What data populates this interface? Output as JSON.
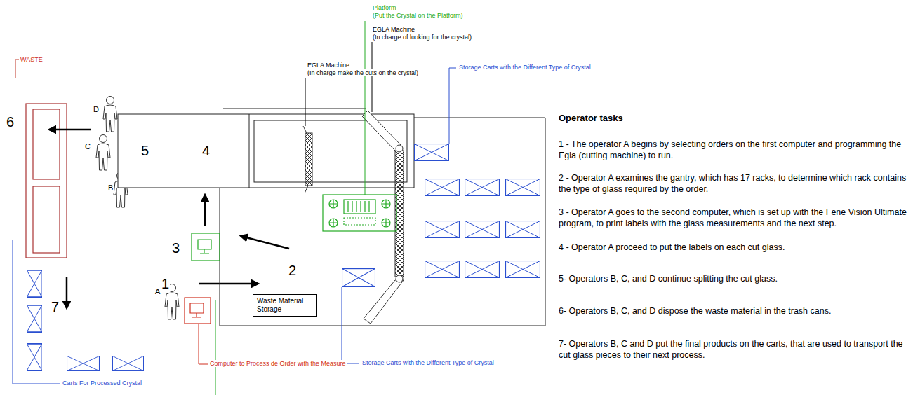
{
  "diagram": {
    "nodes": [
      {
        "text": [
          "Waste Material Storage"
        ]
      }
    ],
    "labels": [
      "WASTE",
      "6",
      "D",
      "C",
      "B",
      "5",
      "4",
      "3",
      "2",
      "1",
      "A",
      "7",
      "Platform",
      "(Put the Crystal on the Platform)",
      "EGLA Machine",
      "(In charge of looking for the crystal)",
      "EGLA Machine",
      "(In charge make the cuts on the crystal)",
      "Storage Carts with the Different Type of Crystal",
      "Storage Carts with the Different Type of Crystal",
      "Computer to Process de Order with the Measure",
      "Carts For Processed Crystal",
      "Operator tasks",
      "1 - The operator A begins by selecting orders on the first computer and programming the Egla (cutting machine) to run.",
      "2 - Operator A examines the gantry, which has 17 racks, to determine which rack contains the type of glass required by the order.",
      "3 - Operator A goes to the second computer, which is set up with the Fene Vision Ultimate program, to print labels with the glass measurements and the next step.",
      "4 - Operator A proceed to put the labels on each cut glass.",
      "5- Operators B, C, and D continue splitting the cut glass.",
      "6- Operators B, C, and D dispose the waste material in the trash cans.",
      "7- Operators B, C and D put the final products on the carts, that are used to transport the cut glass pieces to their next process."
    ]
  }
}
